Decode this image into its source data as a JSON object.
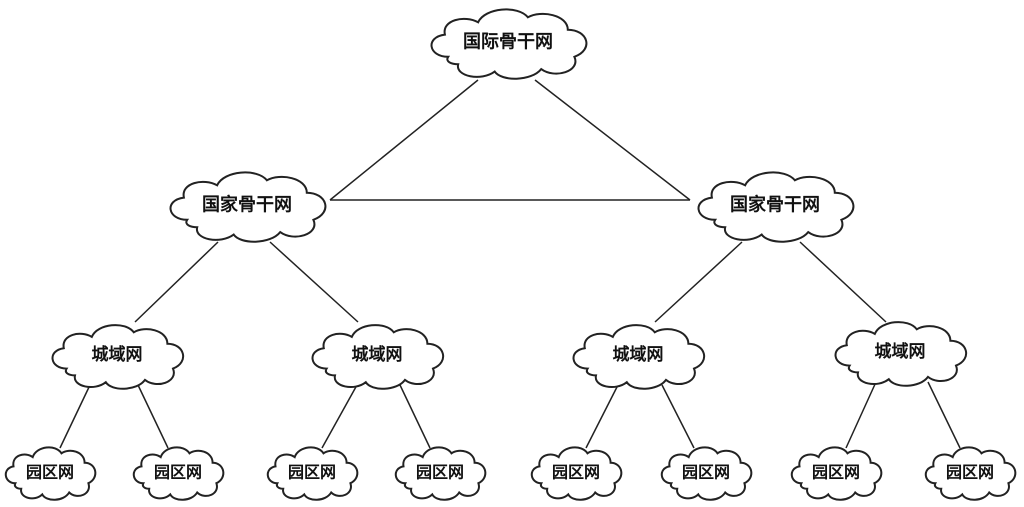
{
  "nodes": {
    "international": "国际骨干网",
    "national_left": "国家骨干网",
    "national_right": "国家骨干网",
    "metro_1": "城域网",
    "metro_2": "城域网",
    "metro_3": "城域网",
    "metro_4": "城域网",
    "campus_1": "园区网",
    "campus_2": "园区网",
    "campus_3": "园区网",
    "campus_4": "园区网",
    "campus_5": "园区网",
    "campus_6": "园区网",
    "campus_7": "园区网",
    "campus_8": "园区网"
  },
  "colors": {
    "stroke": "#222222",
    "fill": "#ffffff",
    "text": "#111111"
  }
}
